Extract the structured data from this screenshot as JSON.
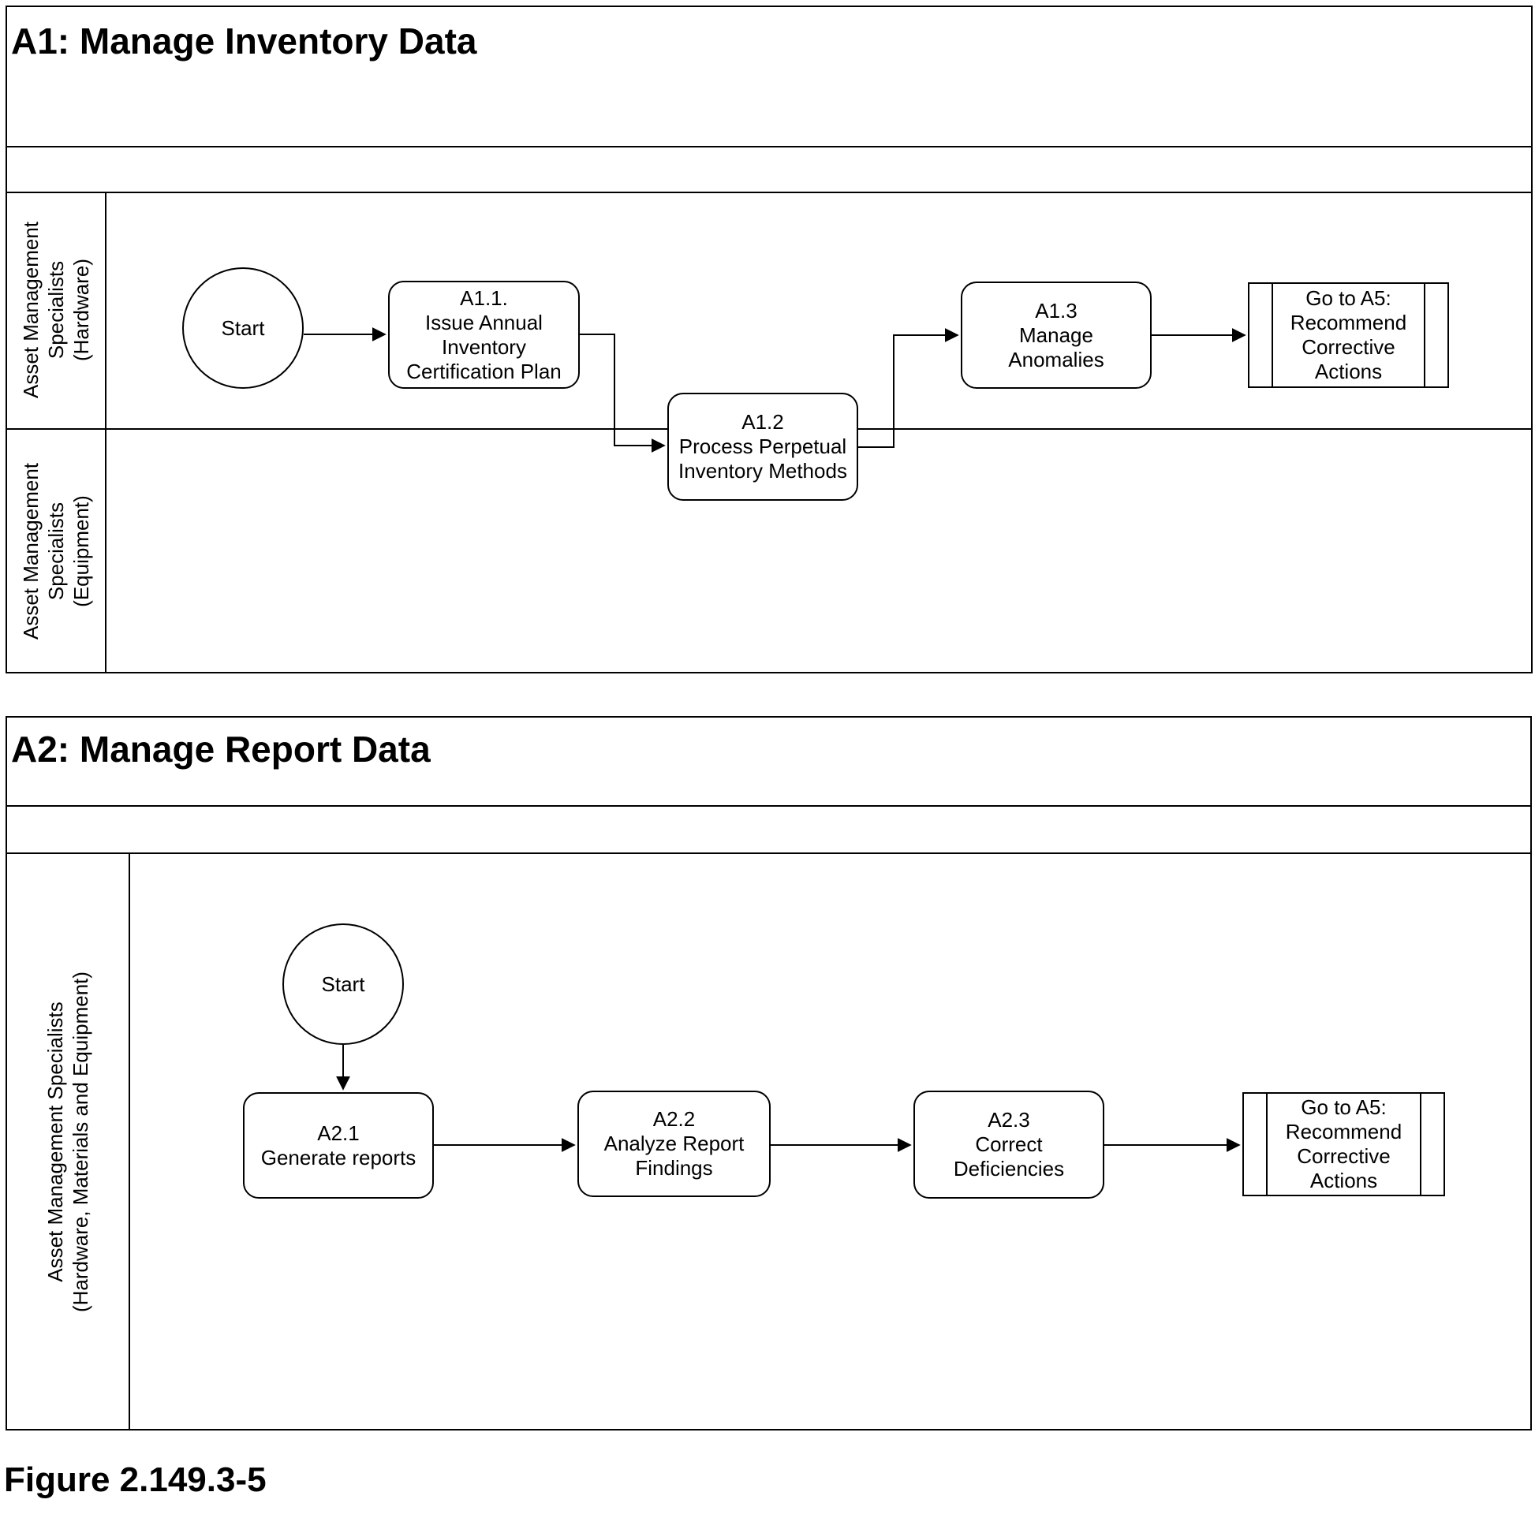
{
  "figure_caption": "Figure 2.149.3-5",
  "colors": {
    "stroke": "#000000",
    "background": "#ffffff"
  },
  "a1": {
    "title": "A1: Manage Inventory Data",
    "lane1_label": {
      "lines": [
        "Asset Management",
        "Specialists",
        "(Hardware)"
      ]
    },
    "lane2_label": {
      "lines": [
        "Asset Management",
        "Specialists",
        "(Equipment)"
      ]
    },
    "nodes": {
      "start": {
        "label": "Start"
      },
      "a11": {
        "lines": [
          "A1.1.",
          "Issue Annual",
          "Inventory",
          "Certification Plan"
        ]
      },
      "a12": {
        "lines": [
          "A1.2",
          "Process Perpetual",
          "Inventory Methods"
        ]
      },
      "a13": {
        "lines": [
          "A1.3",
          "Manage",
          "Anomalies"
        ]
      },
      "goto_a5": {
        "lines": [
          "Go to A5:",
          "Recommend",
          "Corrective",
          "Actions"
        ]
      }
    }
  },
  "a2": {
    "title": "A2: Manage Report Data",
    "lane_label": {
      "lines": [
        "Asset Management Specialists",
        "(Hardware, Materials and Equipment)"
      ]
    },
    "nodes": {
      "start": {
        "label": "Start"
      },
      "a21": {
        "lines": [
          "A2.1",
          "Generate reports"
        ]
      },
      "a22": {
        "lines": [
          "A2.2",
          "Analyze Report",
          "Findings"
        ]
      },
      "a23": {
        "lines": [
          "A2.3",
          "Correct",
          "Deficiencies"
        ]
      },
      "goto_a5": {
        "lines": [
          "Go to A5:",
          "Recommend",
          "Corrective",
          "Actions"
        ]
      }
    }
  }
}
